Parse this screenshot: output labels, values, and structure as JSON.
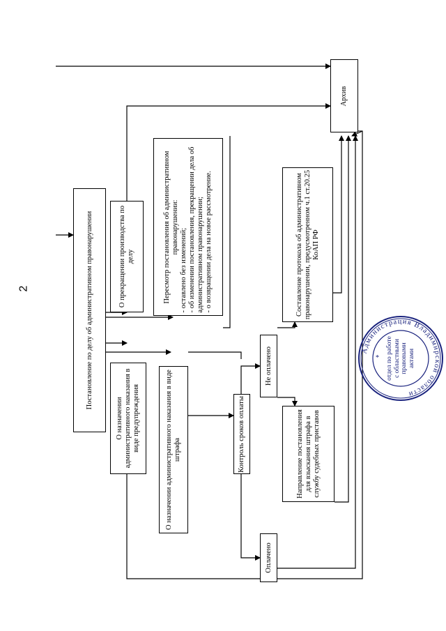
{
  "page_number": "2",
  "boxes": {
    "ruling": "Постановление по делу об административном правонарушении",
    "terminate": "О прекращении производства по делу",
    "review_title": "Пересмотр постановления об административном правонарушении:",
    "review_items": [
      "- оставлено без изменений;",
      "- об изменении постановления, прекращении дела об административном правонарушении;",
      "- о возвращении дела на новое рассмотрение."
    ],
    "archive": "Архив",
    "warning": "О назначении административного наказания в виде предупреждения",
    "fine": "О назначении административного наказания в виде штрафа",
    "control": "Контроль сроков оплаты",
    "not_paid": "Не оплачено",
    "paid": "Оплачено",
    "protocol": "Составление протокола об административном правонарушении, предусмотренном ч.1 ст.20.25 КоАП РФ",
    "bailiffs": "Направление постановления для взыскания штрафа в службу судебных приставов"
  },
  "stamp": {
    "ring_text": "Администрация Владимирской области",
    "inner_text": "отдел по работе с областными правовыми актами",
    "color": "#1a237e"
  }
}
